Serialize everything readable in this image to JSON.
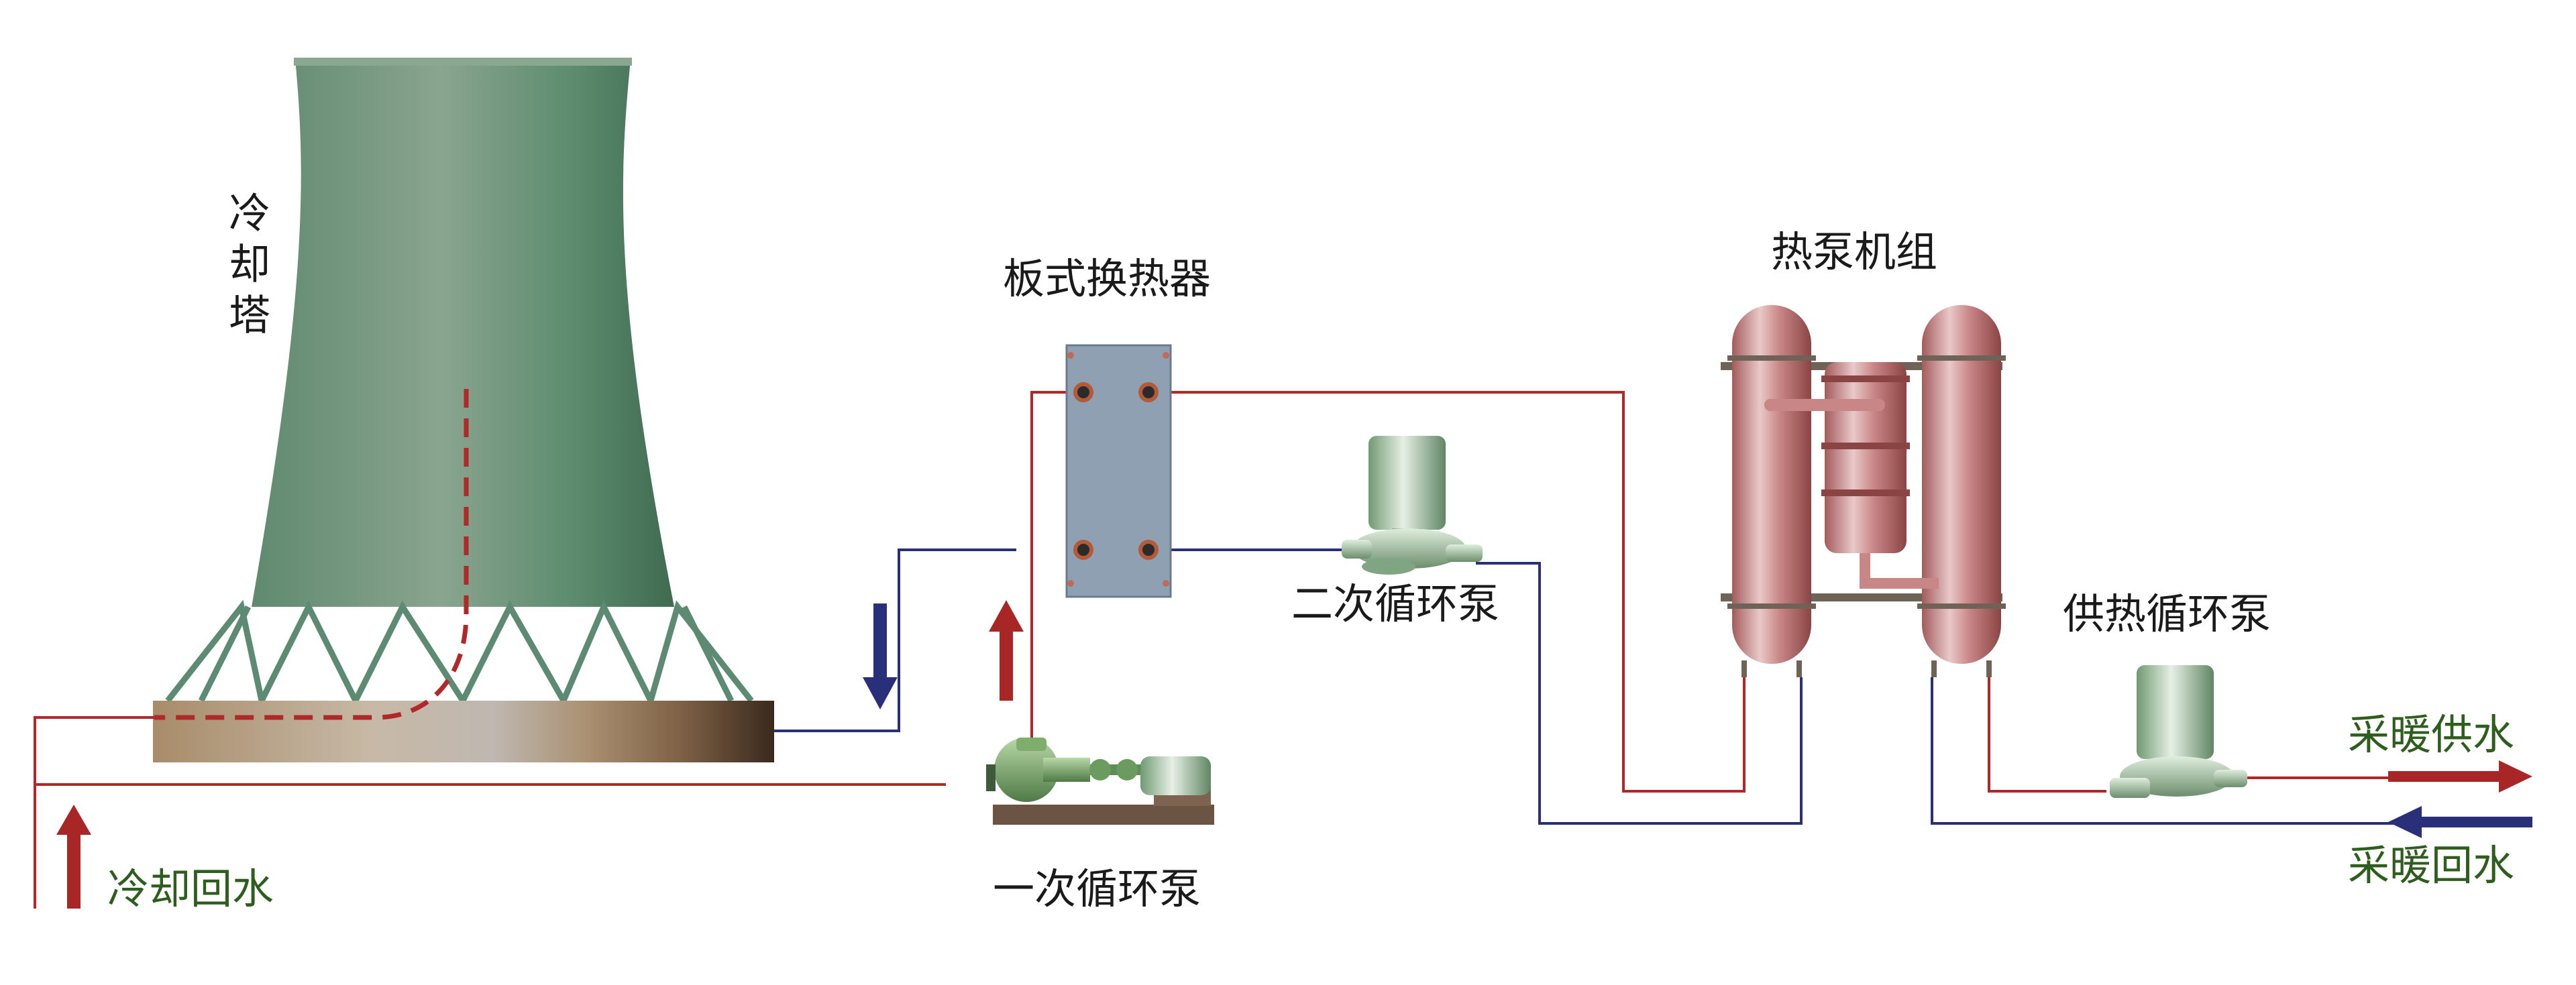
{
  "labels": {
    "cooling_tower": "冷却塔",
    "plate_heat_exchanger": "板式换热器",
    "heat_pump_unit": "热泵机组",
    "secondary_pump": "二次循环泵",
    "primary_pump": "一次循环泵",
    "heating_circulation_pump": "供热循环泵",
    "cooling_return_water": "冷却回水",
    "heating_supply_water": "采暖供水",
    "heating_return_water": "采暖回水"
  },
  "colors": {
    "hot_pipe": "#b02828",
    "cold_pipe": "#2a2f7a",
    "tower": "#5f8f74",
    "basin": "#b7a68a",
    "exchanger": "#8fa0b3",
    "heat_pump": "#c98a8a",
    "pump": "#9fc39a",
    "label_green": "#2e5e1e"
  },
  "icons": [
    "cooling-tower-icon",
    "plate-heat-exchanger-icon",
    "heat-pump-icon",
    "pump-icon",
    "flow-arrow-icon"
  ]
}
